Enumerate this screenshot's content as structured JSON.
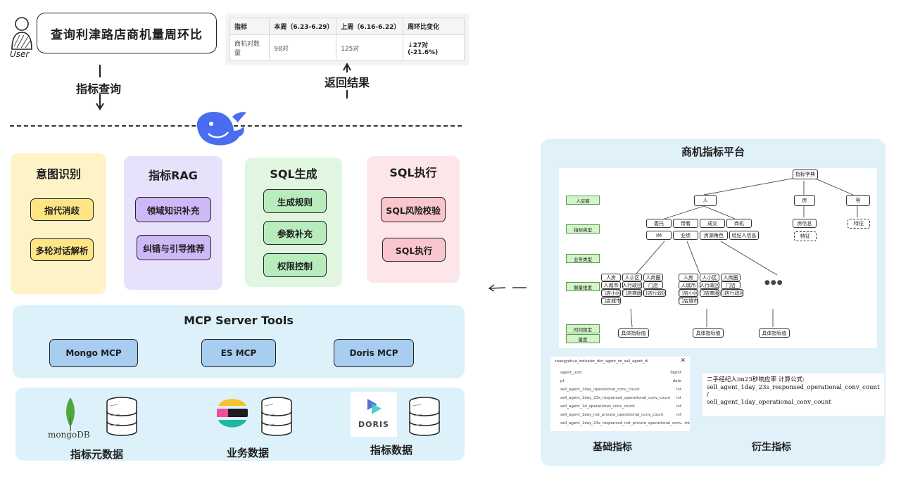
{
  "user": {
    "label": "User"
  },
  "query": {
    "text": "查询利津路店商机量周环比"
  },
  "result_table": {
    "headers": [
      "指标",
      "本周（6.23-6.29）",
      "上周（6.16-6.22）",
      "周环比变化"
    ],
    "row": [
      "商机对数量",
      "98对",
      "125对",
      "↓27对 (-21.6%)"
    ]
  },
  "flow": {
    "down_label": "指标查询",
    "up_label": "返回结果"
  },
  "modules": [
    {
      "title": "意图识别",
      "items": [
        "指代消歧",
        "多轮对话解析"
      ]
    },
    {
      "title": "指标RAG",
      "items": [
        "领域知识补充",
        "纠错与引导推荐"
      ]
    },
    {
      "title": "SQL生成",
      "items": [
        "生成规则",
        "参数补充",
        "权限控制"
      ]
    },
    {
      "title": "SQL执行",
      "items": [
        "SQL风险校验",
        "SQL执行"
      ]
    }
  ],
  "mcp": {
    "title": "MCP Server Tools",
    "tools": [
      "Mongo MCP",
      "ES MCP",
      "Doris MCP"
    ]
  },
  "data_sources": {
    "items": [
      {
        "logo_text": "mongoDB",
        "label": "指标元数据"
      },
      {
        "logo_text": "",
        "label": "业务数据"
      },
      {
        "logo_text": "DORIS",
        "label": "指标数据"
      }
    ]
  },
  "platform": {
    "title": "商机指标平台",
    "left_labels": [
      "人房客",
      "指标类型",
      "业务类型",
      "衡量维度",
      "时间限定",
      "量度"
    ],
    "tree": {
      "root": "指标字典",
      "level1": [
        "人",
        "房",
        "客"
      ],
      "person_types_row1": [
        "委托",
        "带看",
        "成交",
        "商机"
      ],
      "person_types_row2": [
        "IM",
        "业绩",
        "房源角色",
        "经纪人信息"
      ],
      "house_nodes": [
        "房信息",
        "特征"
      ],
      "client_nodes": [
        "特征"
      ],
      "dims_a": [
        "人房",
        "人小区",
        "人商圈",
        "人城市",
        "人行政区",
        "门店",
        "门店小区",
        "门店商圈",
        "门店行政区",
        "门店城市"
      ],
      "dims_b": [
        "人房",
        "人小区",
        "人商圈",
        "人城市",
        "人行政区",
        "门店",
        "门店小区",
        "门店商圈",
        "门店行政区",
        "门店城市"
      ],
      "ellipsis": "●●●",
      "values": [
        "具体指标值",
        "具体指标值",
        "具体指标值"
      ]
    },
    "table_card": {
      "name": "shangyehua_indicator_dict_agent_im_sell_agent_di",
      "close": "✕",
      "fields": [
        {
          "name": "agent_ucid",
          "type": "bigint"
        },
        {
          "name": "pt",
          "type": "date"
        },
        {
          "name": "sell_agent_1day_operational_conv_count",
          "type": "int"
        },
        {
          "name": "sell_agent_1day_23s_responsed_operational_conv_count",
          "type": "int"
        },
        {
          "name": "sell_agent_1d_operational_conv_count",
          "type": "int"
        },
        {
          "name": "sell_agent_1day_not_private_operational_conv_count",
          "type": "int"
        },
        {
          "name": "sell_agent_1day_23s_responsed_not_private_operational_conv...",
          "type": "int"
        }
      ]
    },
    "formula": {
      "line1": "二手经纪人im23秒响应率 计算公式:",
      "line2": "sell_agent_1day_23s_responsed_operational_conv_count",
      "line3": "/",
      "line4": "sell_agent_1day_operational_conv_count"
    },
    "bottom_labels": [
      "基础指标",
      "衍生指标"
    ]
  },
  "colors": {
    "intent_panel": "#fdf3c6",
    "intent_chip": "#fde584",
    "rag_panel": "#e7e1fb",
    "rag_chip": "#cdb9f7",
    "sqlgen_panel": "#e1f6e1",
    "sqlgen_chip": "#b8ecbc",
    "sqlexec_panel": "#fde6ea",
    "sqlexec_chip": "#f9c6cd",
    "mcp_btn": "#a7cdf1",
    "panel_bg": "#ddf1fa",
    "whale": "#4a6cf0"
  },
  "icons": [
    "user-icon",
    "whale-logo",
    "mongodb-leaf-icon",
    "database-icon",
    "elastic-logo-icon",
    "doris-logo-icon",
    "arrow-down-icon",
    "arrow-up-icon",
    "arrow-left-icon"
  ]
}
